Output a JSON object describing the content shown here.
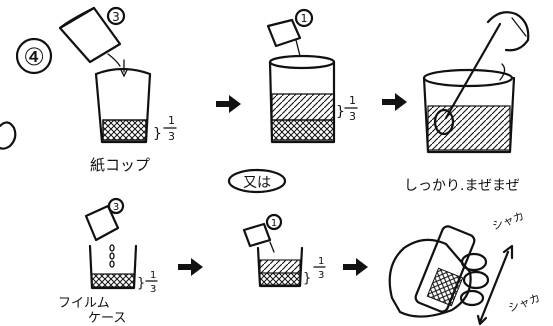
{
  "step_number": "④",
  "labels": {
    "paper_cup": "紙コップ",
    "film_case_line1": "フイルム",
    "film_case_line2": "ケース",
    "mix_well": "しっかり.まぜまぜ",
    "or": "又は",
    "shaka_1": "シャカ",
    "shaka_2": "シャカ"
  },
  "fractions": {
    "top_cup": {
      "num": "1",
      "den": "3"
    },
    "top_mid": {
      "num": "1",
      "den": "3"
    },
    "bottom_case": {
      "num": "1",
      "den": "3"
    },
    "bottom_mid": {
      "num": "1",
      "den": "3"
    }
  },
  "circled_numbers": {
    "top_left_bag": "3",
    "top_mid_bag": "1",
    "bottom_left_bag": "3",
    "bottom_mid_bag": "1"
  },
  "icons": [
    "arrow-right-icon",
    "mesh-bag-icon",
    "spoon-icon",
    "hand-icon"
  ]
}
